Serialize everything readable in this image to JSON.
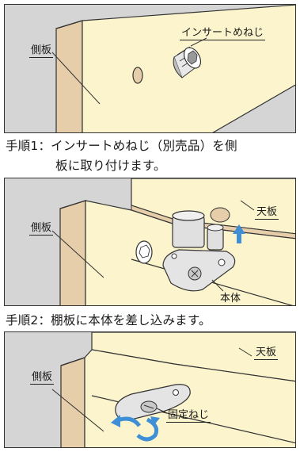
{
  "steps": [
    {
      "labels": {
        "side_panel": "側板",
        "insert_nut": "インサートめねじ"
      },
      "caption_line1": "手順1：インサートめねじ（別売品）を側",
      "caption_line2": "板に取り付けます。"
    },
    {
      "labels": {
        "side_panel": "側板",
        "top_panel": "天板",
        "body": "本体"
      },
      "caption": "手順2：棚板に本体を差し込みます。"
    },
    {
      "labels": {
        "side_panel": "側板",
        "top_panel": "天板",
        "fixing_screw": "固定ねじ"
      }
    }
  ],
  "colors": {
    "board_face": "#fbf4cc",
    "board_edge": "#e7ceaa",
    "background": "#d5d5d5",
    "arrow_blue": "#3f8fd6",
    "metal": "#dcdcdc"
  }
}
